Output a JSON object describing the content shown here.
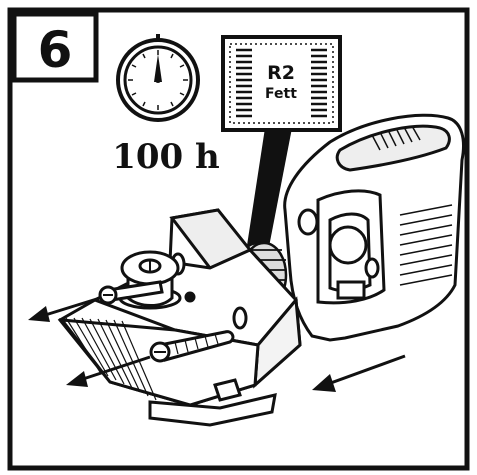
{
  "step": {
    "number": "6"
  },
  "interval": {
    "duration": "100 h"
  },
  "grease_label": {
    "code": "R2",
    "name": "Fett"
  },
  "icons": {
    "clock": "clock-icon",
    "grease": "grease-label-icon",
    "arrow": "direction-arrow-icon"
  },
  "colors": {
    "ink": "#111111",
    "paper": "#ffffff",
    "shade": "#d8d8d8"
  }
}
